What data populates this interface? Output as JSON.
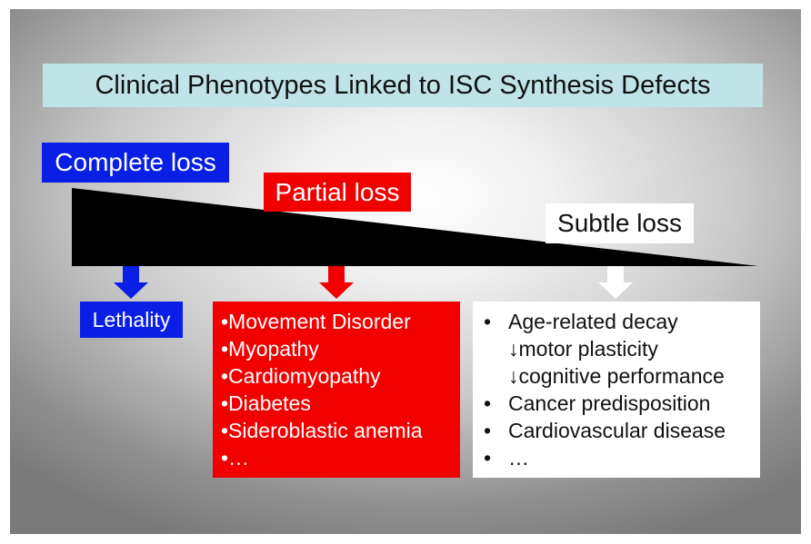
{
  "title": "Clinical Phenotypes Linked to ISC Synthesis Defects",
  "colors": {
    "blue": "#0a1fe6",
    "red": "#f20000",
    "title_bg": "#bfe3e6",
    "white": "#ffffff",
    "black": "#000000"
  },
  "levels": {
    "complete": {
      "label": "Complete loss"
    },
    "partial": {
      "label": "Partial loss"
    },
    "subtle": {
      "label": "Subtle loss"
    }
  },
  "outcomes": {
    "complete": "Lethality",
    "partial": [
      "•Movement Disorder",
      "•Myopathy",
      "•Cardiomyopathy",
      "•Diabetes",
      "•Sideroblastic anemia",
      "•…"
    ],
    "subtle": [
      {
        "bullet": "•",
        "text": "Age-related decay"
      },
      {
        "bullet": "",
        "text": "↓motor plasticity"
      },
      {
        "bullet": "",
        "text": "↓cognitive performance"
      },
      {
        "bullet": "•",
        "text": "Cancer predisposition"
      },
      {
        "bullet": "•",
        "text": "Cardiovascular disease"
      },
      {
        "bullet": "•",
        "text": "…"
      }
    ]
  }
}
